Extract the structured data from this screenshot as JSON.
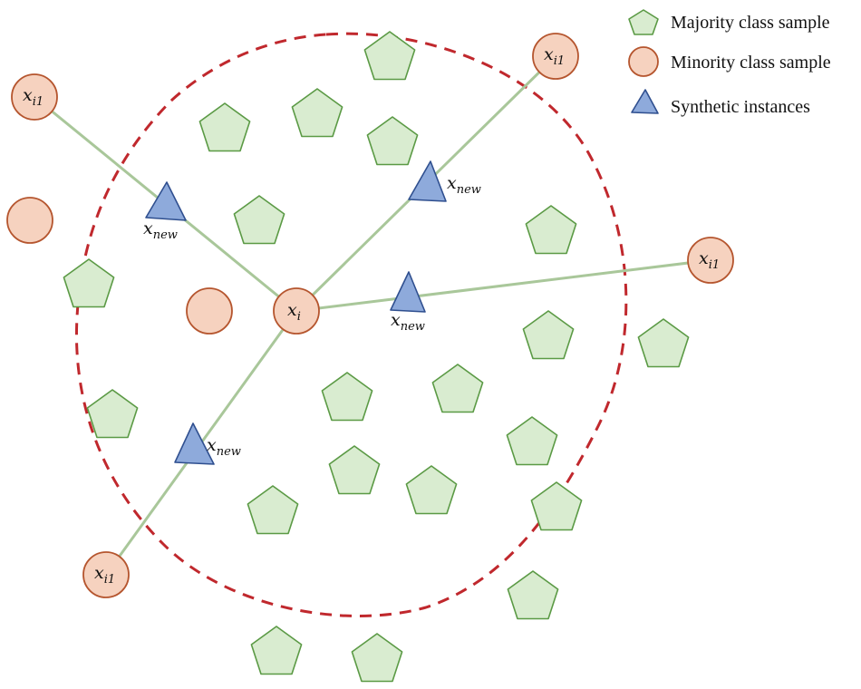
{
  "legend": {
    "majority_label": "Majority class sample",
    "minority_label": "Minority class sample",
    "synthetic_label": "Synthetic instances"
  },
  "labels": {
    "center_base": "x",
    "center_sub": "i",
    "neighbor_base": "x",
    "neighbor_sub": "i1",
    "synthetic_base": "x",
    "synthetic_sub": "new"
  },
  "colors": {
    "majority_fill": "#d9ecd0",
    "majority_stroke": "#5b9a45",
    "minority_fill": "#f6d2bf",
    "minority_stroke": "#b5552e",
    "synthetic_fill": "#8eaadb",
    "synthetic_stroke": "#2f4f8f",
    "boundary": "#c0282d",
    "connector": "#a9c79a"
  }
}
